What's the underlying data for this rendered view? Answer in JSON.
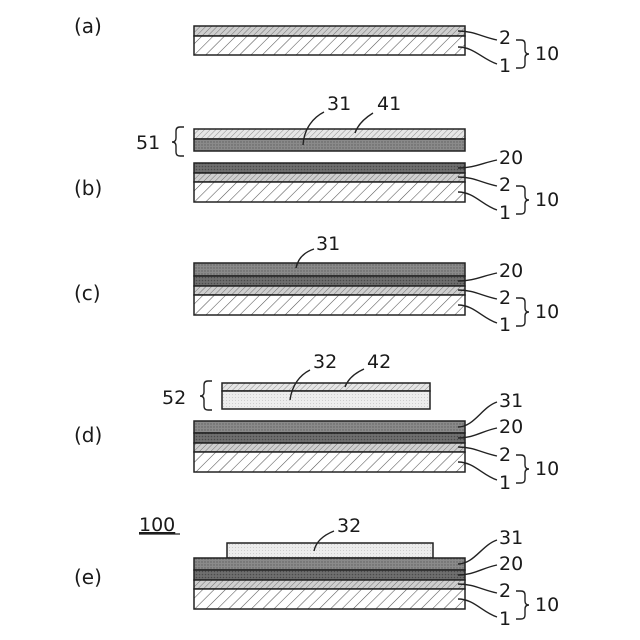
{
  "steps": {
    "a": {
      "step_label": "(a)",
      "layers": [
        {
          "ref": "2",
          "name": "layer-2"
        },
        {
          "ref": "1",
          "name": "layer-1"
        }
      ],
      "group_ref": "10"
    },
    "b": {
      "step_label": "(b)",
      "transfer_ref": "51",
      "transfer_layers": [
        {
          "ref": "31"
        },
        {
          "ref": "41"
        }
      ],
      "layers": [
        {
          "ref": "20"
        },
        {
          "ref": "2"
        },
        {
          "ref": "1"
        }
      ],
      "group_ref": "10"
    },
    "c": {
      "step_label": "(c)",
      "layers": [
        {
          "ref": "31"
        },
        {
          "ref": "20"
        },
        {
          "ref": "2"
        },
        {
          "ref": "1"
        }
      ],
      "group_ref": "10"
    },
    "d": {
      "step_label": "(d)",
      "transfer_ref": "52",
      "transfer_layers": [
        {
          "ref": "32"
        },
        {
          "ref": "42"
        }
      ],
      "layers": [
        {
          "ref": "31"
        },
        {
          "ref": "20"
        },
        {
          "ref": "2"
        },
        {
          "ref": "1"
        }
      ],
      "group_ref": "10"
    },
    "e": {
      "step_label": "(e)",
      "product_ref": "100",
      "top_ref": "32",
      "layers": [
        {
          "ref": "31"
        },
        {
          "ref": "20"
        },
        {
          "ref": "2"
        },
        {
          "ref": "1"
        }
      ],
      "group_ref": "10"
    }
  }
}
